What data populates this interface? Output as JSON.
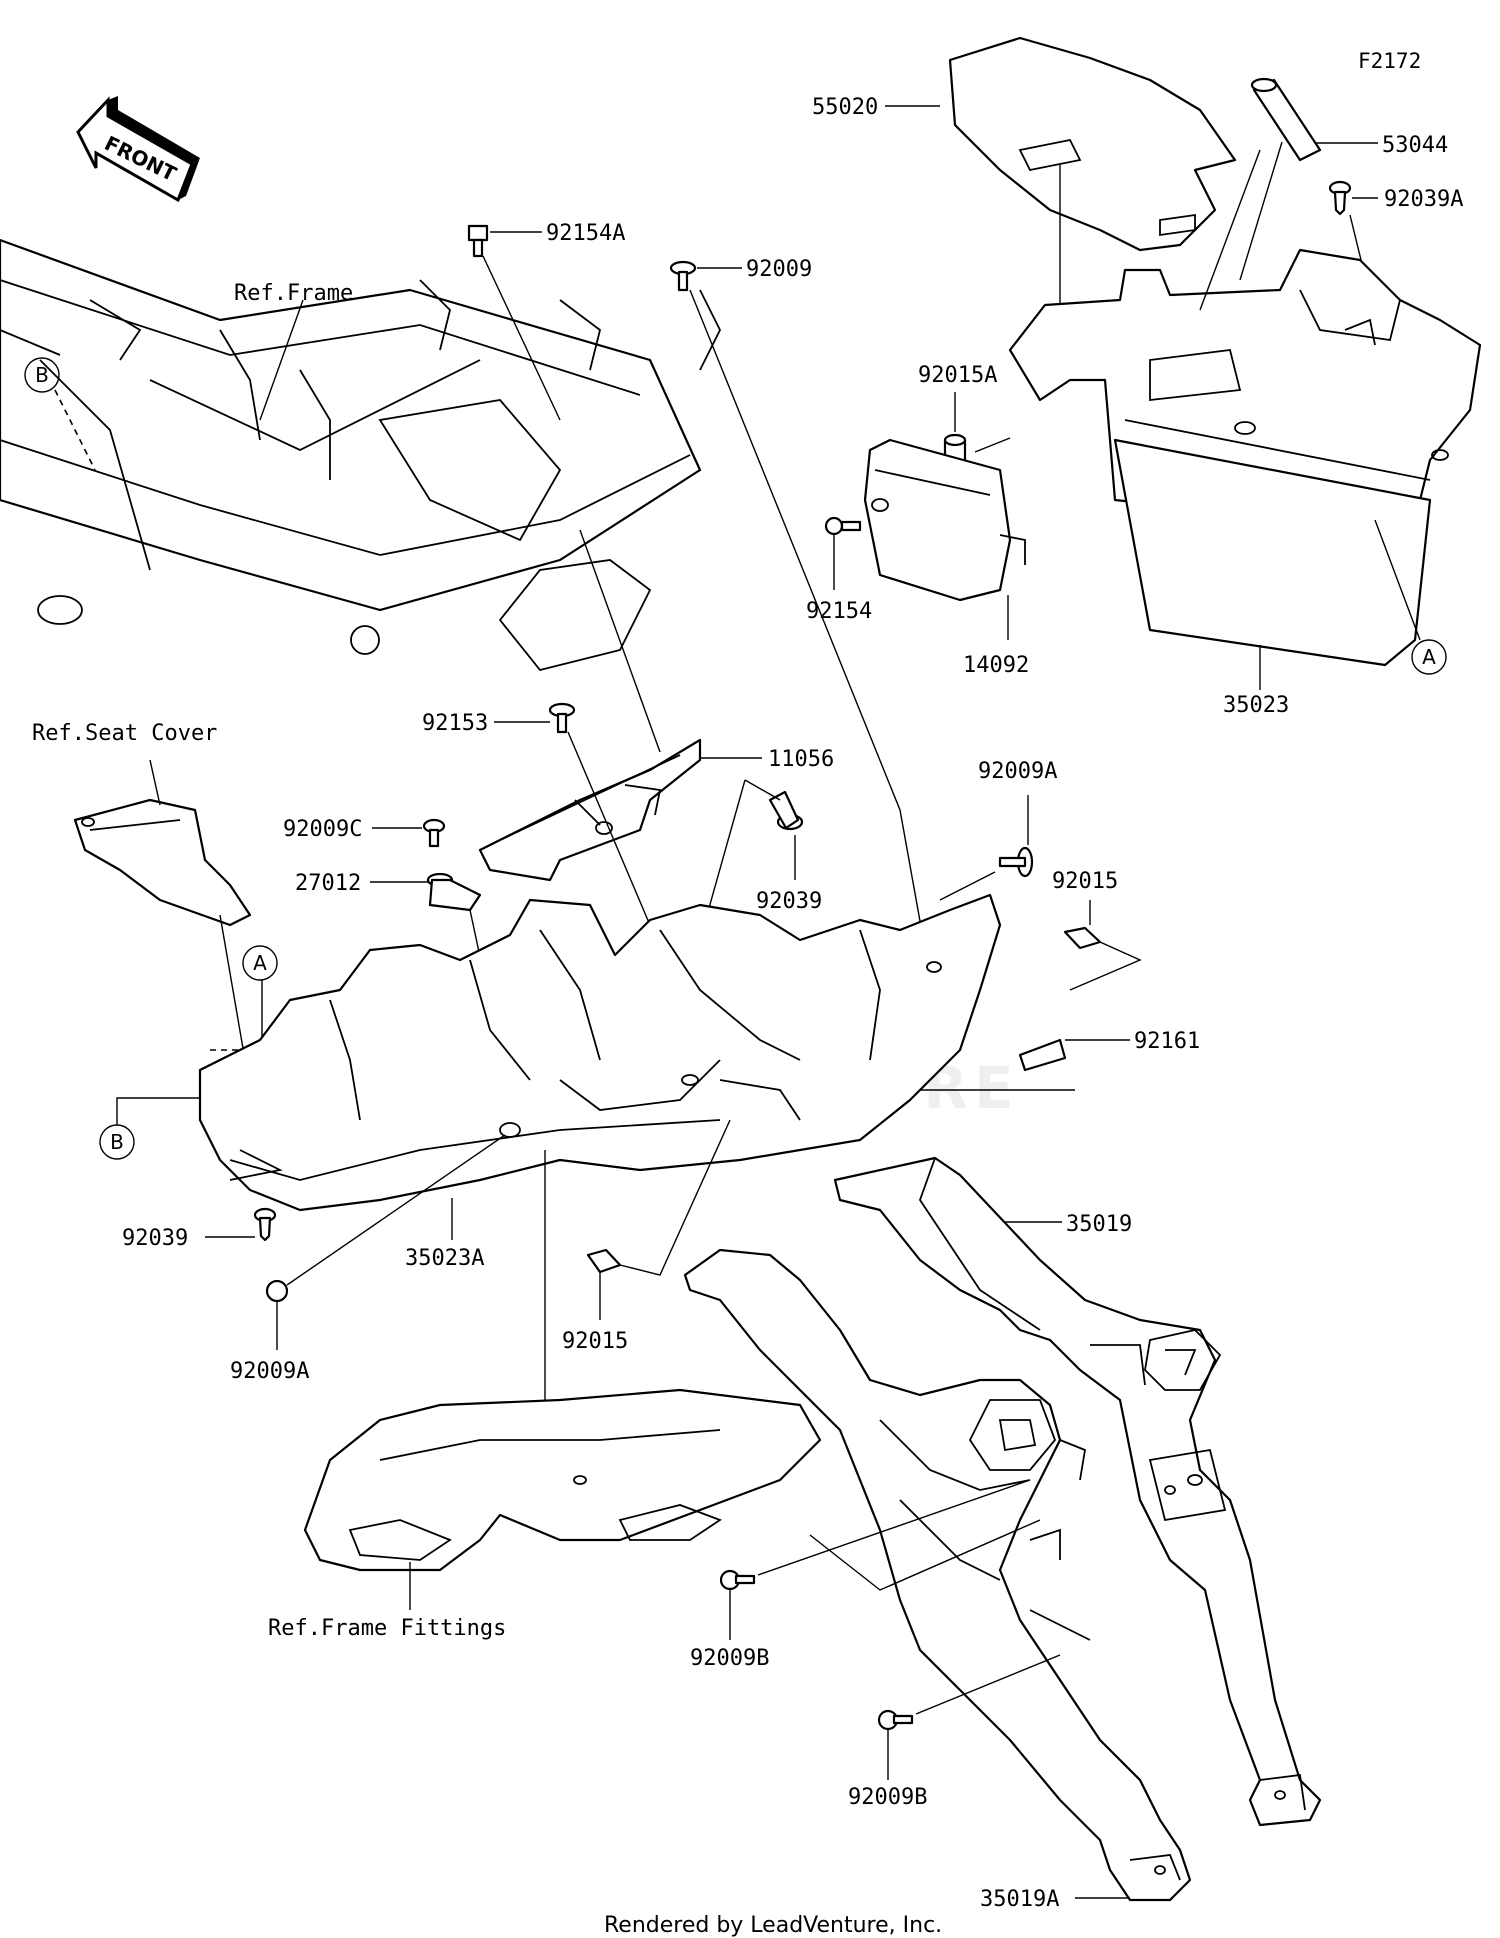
{
  "diagram_code": "F2172",
  "front_label": "FRONT",
  "credit": "Rendered by LeadVenture, Inc.",
  "watermark": "LEADVENTURE",
  "references": {
    "frame": "Ref.Frame",
    "seat_cover": "Ref.Seat Cover",
    "frame_fittings": "Ref.Frame Fittings"
  },
  "markers": {
    "a": "A",
    "b": "B"
  },
  "parts": {
    "p55020": "55020",
    "p53044": "53044",
    "p92039A": "92039A",
    "p92154A": "92154A",
    "p92009": "92009",
    "p92015A": "92015A",
    "p92154": "92154",
    "p14092": "14092",
    "p35023": "35023",
    "p92153": "92153",
    "p11056": "11056",
    "p92009A_top": "92009A",
    "p92009C": "92009C",
    "p92039_mid": "92039",
    "p92015_right": "92015",
    "p27012": "27012",
    "p92161": "92161",
    "p35019": "35019",
    "p92039_left": "92039",
    "p35023A": "35023A",
    "p92015_bottom": "92015",
    "p92009A_bottom": "92009A",
    "p92009B_upper": "92009B",
    "p92009B_lower": "92009B",
    "p35019A": "35019A"
  }
}
